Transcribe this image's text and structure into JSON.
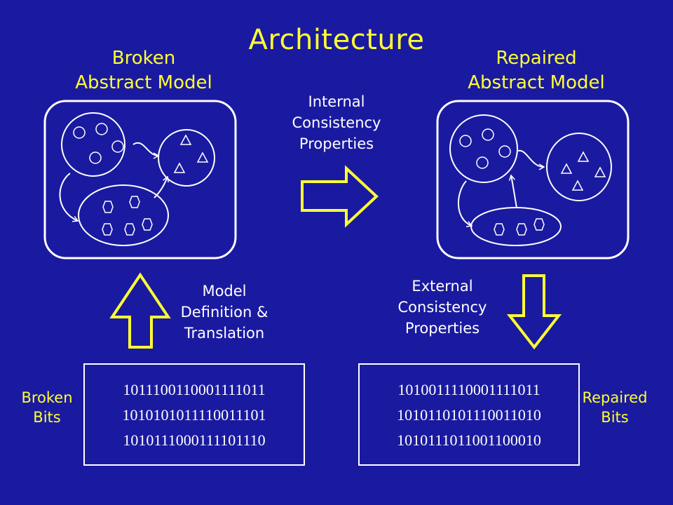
{
  "title": "Architecture",
  "left_heading": [
    "Broken",
    "Abstract Model"
  ],
  "right_heading": [
    "Repaired",
    "Abstract Model"
  ],
  "internal_label": [
    "Internal",
    "Consistency",
    "Properties"
  ],
  "model_label": [
    "Model",
    "Definition &",
    "Translation"
  ],
  "external_label": [
    "External",
    "Consistency",
    "Properties"
  ],
  "broken_bits_label": [
    "Broken",
    "Bits"
  ],
  "repaired_bits_label": [
    "Repaired",
    "Bits"
  ],
  "broken_bits": [
    "1011100110001111011",
    "1010101011110011101",
    "1010111000111101110"
  ],
  "repaired_bits": [
    "1010011110001111011",
    "1010110101110011010",
    "1010111011001100010"
  ],
  "colors": {
    "background": "#1a1aa0",
    "accent": "#ffff33",
    "line": "#ffffff"
  }
}
